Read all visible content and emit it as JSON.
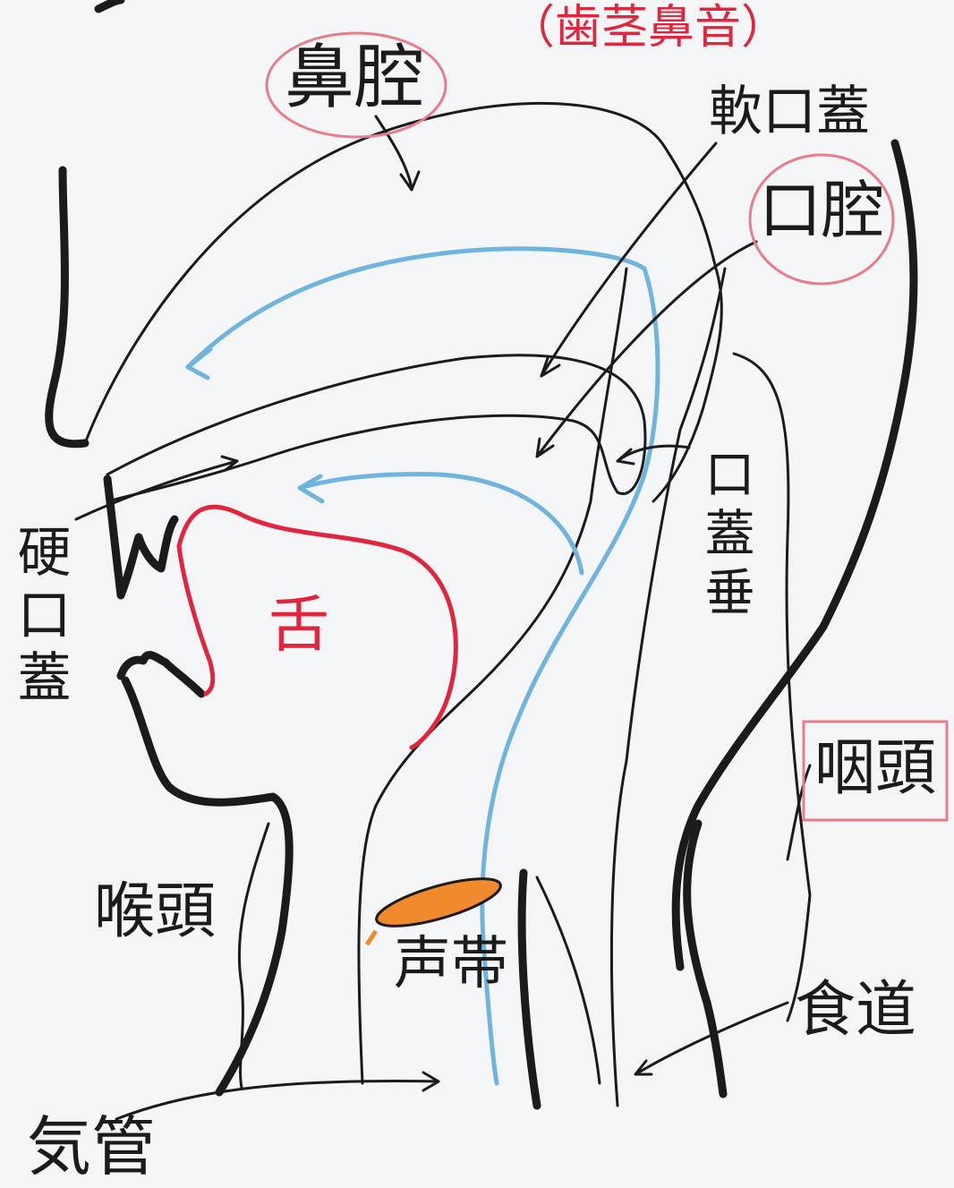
{
  "title": "（歯茎鼻音）",
  "labels": {
    "nasal_cavity": "鼻腔",
    "soft_palate": "軟口蓋",
    "oral_cavity": "口腔",
    "hard_palate": "硬口蓋",
    "tongue": "舌",
    "uvula": "口蓋垂",
    "pharynx": "咽頭",
    "larynx": "喉頭",
    "vocal_cords": "声帯",
    "esophagus": "食道",
    "trachea": "気管"
  },
  "colors": {
    "ink": "#1b1b1b",
    "tongue": "#e0263e",
    "airflow": "#6fb4dd",
    "vocal_cords": "#f08a2c",
    "highlight": "#e67c8c",
    "title": "#e0263e"
  }
}
